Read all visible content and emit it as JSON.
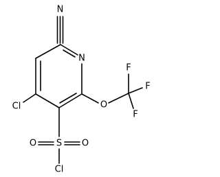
{
  "molecule": {
    "atoms": {
      "nitrile_n": "N",
      "ring_n": "N",
      "ether_o": "O",
      "f_top": "F",
      "f_right": "F",
      "f_lower": "F",
      "cl_ring": "Cl",
      "sulfonyl_s": "S",
      "sulfonyl_o_left": "O",
      "sulfonyl_o_right": "O",
      "sulfonyl_cl": "Cl"
    }
  }
}
